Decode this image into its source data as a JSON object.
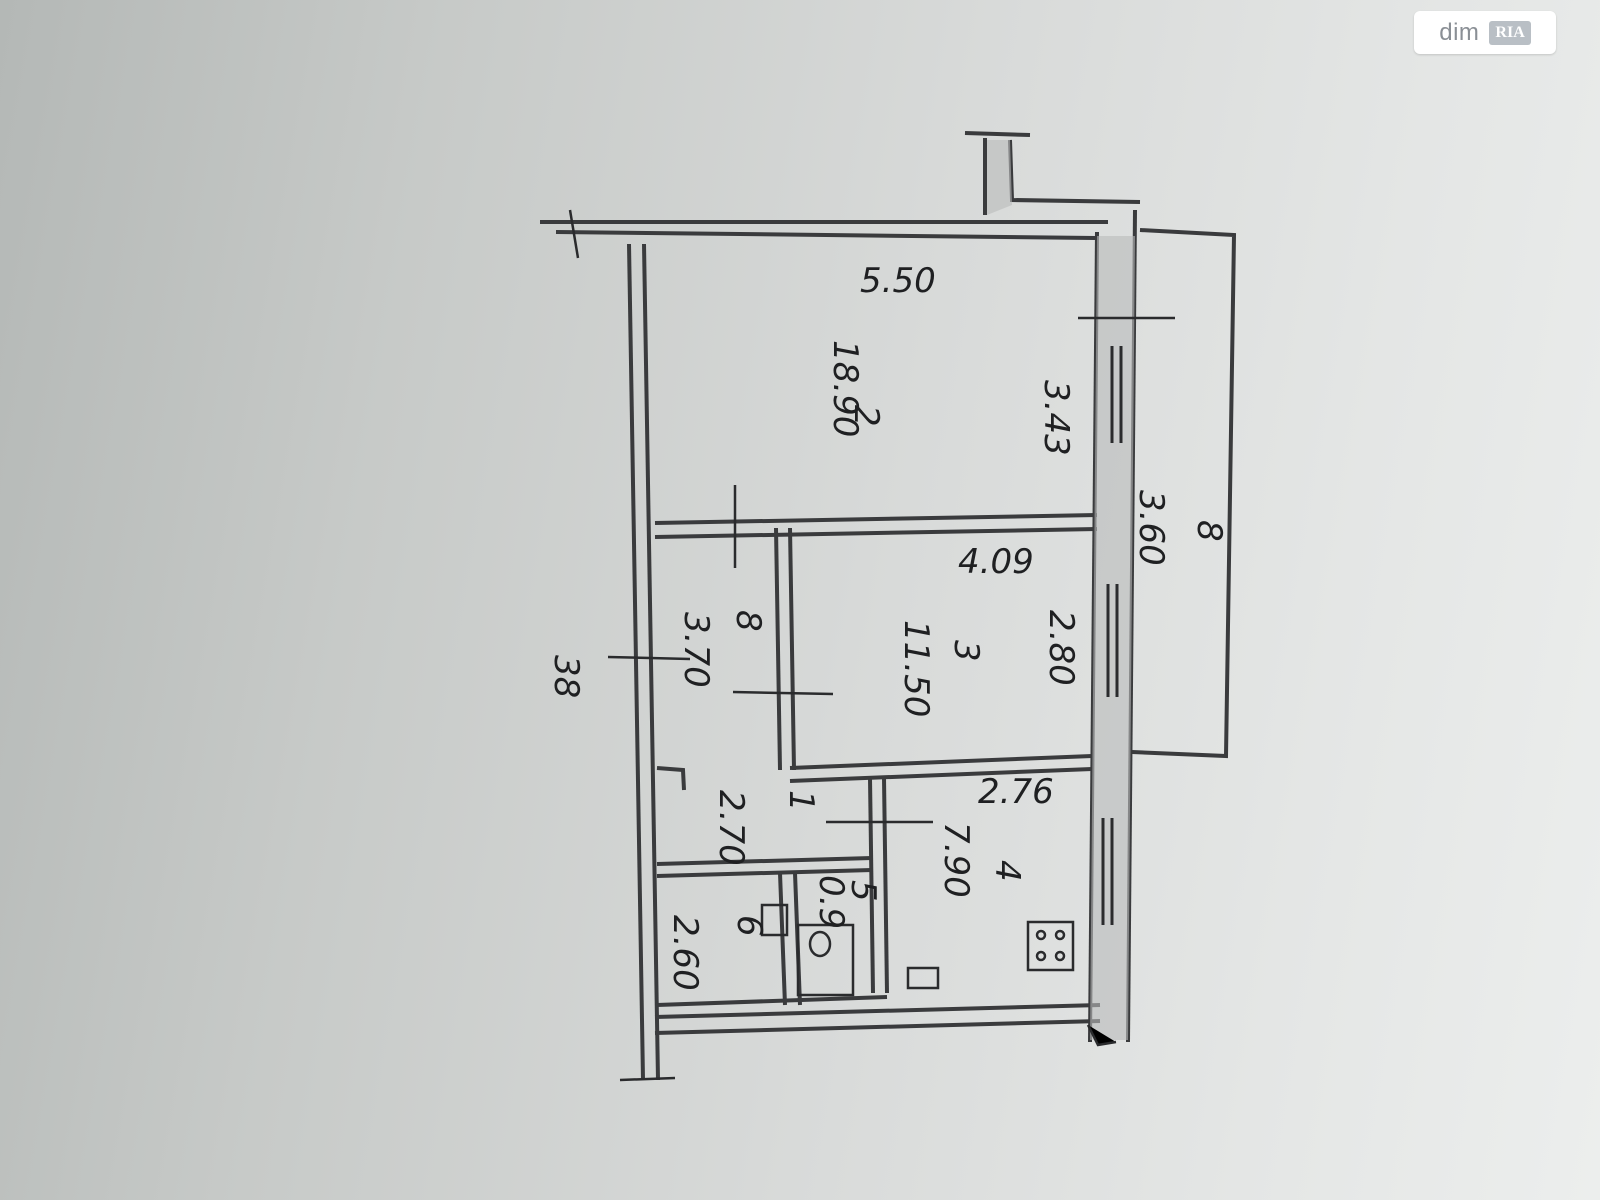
{
  "watermark": {
    "brand": "dim",
    "sub": "RIA"
  },
  "plan": {
    "overall_top": "5.50",
    "overall_right": "8",
    "overall_right_sub": "3.60",
    "overall_left": "38",
    "rooms": [
      {
        "id": "2",
        "area": "18.90",
        "length": "3.43"
      },
      {
        "id": "3",
        "area": "11.50",
        "length": "2.80",
        "width": "4.09"
      },
      {
        "id": "4",
        "area": "7.90",
        "length": "2.76"
      },
      {
        "id": "8",
        "area": "3.70"
      },
      {
        "id": "1",
        "area": "2.70"
      },
      {
        "id": "5",
        "area": "0.9"
      },
      {
        "id": "6",
        "area": "2.60"
      }
    ]
  },
  "colors": {
    "ink": "#1f2022",
    "wall": "#3a3b3d",
    "wall_fill": "#b9bbbb",
    "paper": "#d8dad9"
  }
}
